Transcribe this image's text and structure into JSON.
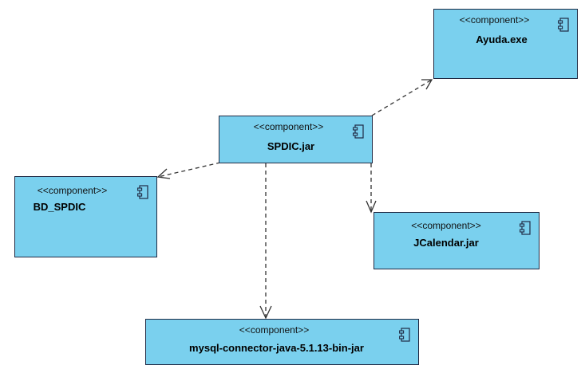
{
  "diagram": {
    "stereotype": "<<component>>",
    "components": {
      "ayuda": {
        "name": "Ayuda.exe"
      },
      "spdic": {
        "name": "SPDIC.jar"
      },
      "bd": {
        "name": "BD_SPDIC"
      },
      "jcalendar": {
        "name": "JCalendar.jar"
      },
      "mysql": {
        "name": "mysql-connector-java-5.1.13-bin-jar"
      }
    },
    "dependencies": [
      {
        "from": "SPDIC.jar",
        "to": "Ayuda.exe",
        "style": "dashed-open-arrow"
      },
      {
        "from": "SPDIC.jar",
        "to": "BD_SPDIC",
        "style": "dashed-open-arrow"
      },
      {
        "from": "SPDIC.jar",
        "to": "JCalendar.jar",
        "style": "dashed-open-arrow"
      },
      {
        "from": "SPDIC.jar",
        "to": "mysql-connector-java-5.1.13-bin-jar",
        "style": "dashed-open-arrow"
      }
    ],
    "colors": {
      "fill": "#7ad0ee",
      "stroke": "#1f2a44",
      "edge": "#333333"
    }
  }
}
